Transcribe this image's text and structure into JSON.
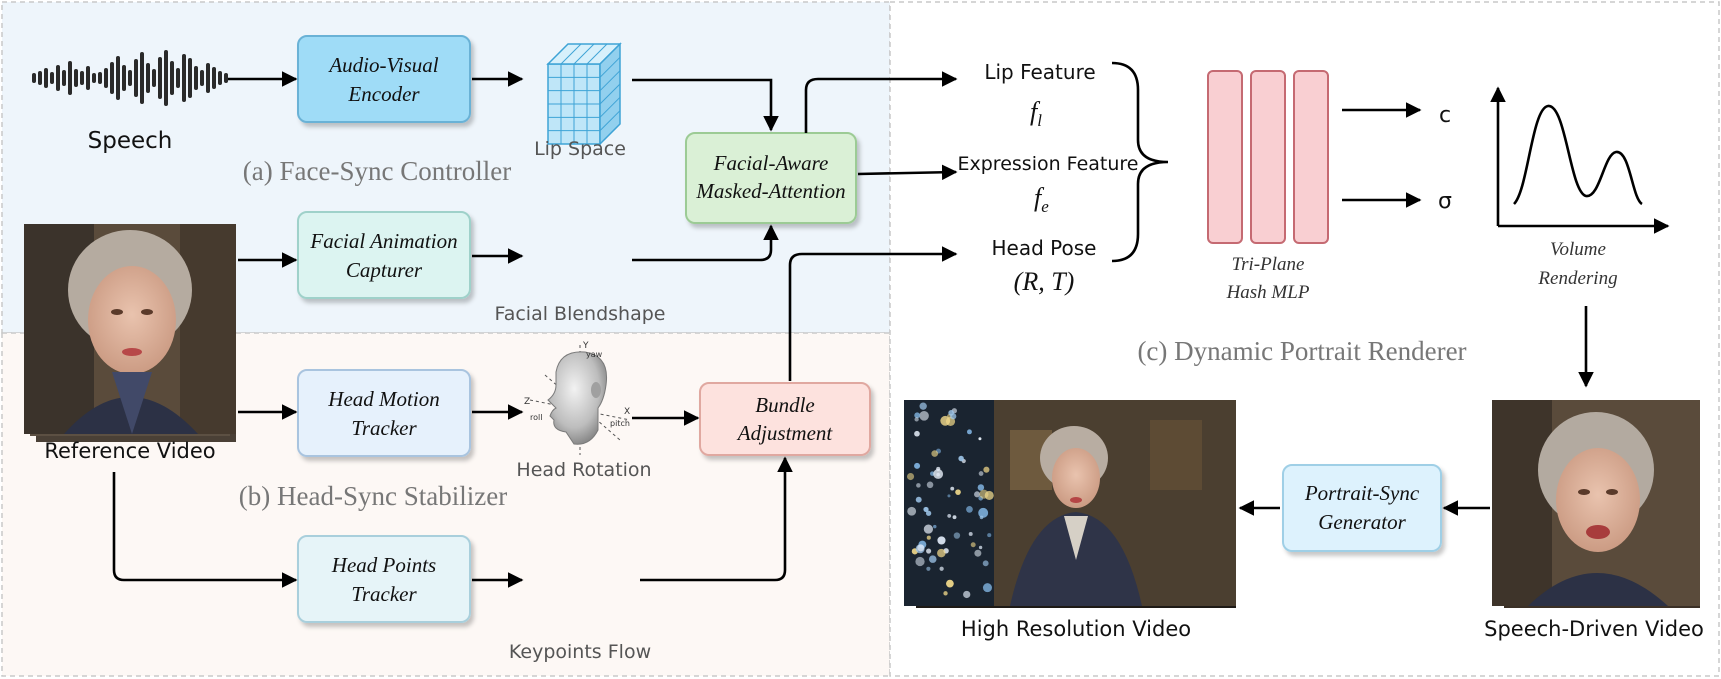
{
  "sections": {
    "face_sync": "(a) Face-Sync Controller",
    "head_sync": "(b) Head-Sync Stabilizer",
    "renderer": "(c) Dynamic Portrait Renderer"
  },
  "boxes": {
    "audio_visual_encoder": [
      "Audio-Visual",
      "Encoder"
    ],
    "facial_animation_capturer": [
      "Facial Animation",
      "Capturer"
    ],
    "head_motion_tracker": [
      "Head Motion",
      "Tracker"
    ],
    "head_points_tracker": [
      "Head Points",
      "Tracker"
    ],
    "facial_aware_attention": [
      "Facial-Aware",
      "Masked-Attention"
    ],
    "bundle_adjustment": [
      "Bundle",
      "Adjustment"
    ],
    "portrait_sync_generator": [
      "Portrait-Sync",
      "Generator"
    ]
  },
  "labels": {
    "speech": "Speech",
    "lip_space": "Lip Space",
    "facial_blendshape": "Facial Blendshape",
    "reference_video": "Reference Video",
    "head_rotation": "Head Rotation",
    "keypoints_flow": "Keypoints Flow",
    "lip_feature": "Lip Feature",
    "lip_feature_symbol": "f",
    "lip_feature_sub": "l",
    "expression_feature": "Expression Feature",
    "expression_feature_symbol": "f",
    "expression_feature_sub": "e",
    "head_pose": "Head Pose",
    "head_pose_symbol": "(R, T)",
    "triplane": [
      "Tri-Plane",
      "Hash MLP"
    ],
    "output_c": "c",
    "output_sigma": "σ",
    "volume_rendering": [
      "Volume",
      "Rendering"
    ],
    "high_res_video": "High Resolution Video",
    "speech_driven_video": "Speech-Driven Video"
  },
  "head_axes": {
    "yaw": "yaw",
    "roll": "roll",
    "pitch": "pitch",
    "x": "X",
    "y": "Y",
    "z": "Z"
  },
  "colors": {
    "face_sync_bg": "#eef5fb",
    "head_sync_bg": "#fdf8f5",
    "encoder_fill": "#9fdcf7",
    "capturer_fill": "#dcf4f1",
    "tracker_fill": "#e6f1fc",
    "attention_fill": "#daf0d6",
    "bundle_fill": "#fde2de",
    "generator_fill": "#ddf2fd",
    "triplane_fill": "#f9cfd2",
    "triplane_stroke": "#c56a72"
  }
}
